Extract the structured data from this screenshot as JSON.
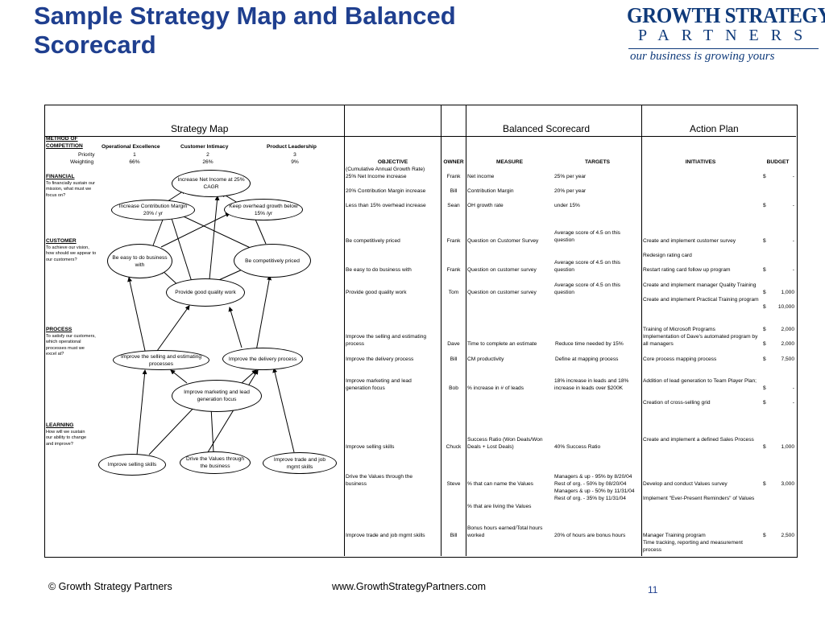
{
  "slide": {
    "title": "Sample Strategy Map and Balanced Scorecard",
    "logo": {
      "line1": "GROWTH STRATEGY",
      "line2": "PARTNERS",
      "tagline": "our business is growing yours"
    },
    "footer": {
      "copyright": "© Growth Strategy Partners",
      "url": "www.GrowthStrategyPartners.com",
      "page": "11"
    }
  },
  "headers": {
    "strategy_map": "Strategy Map",
    "balanced_scorecard": "Balanced Scorecard",
    "action_plan": "Action Plan",
    "method_of_competition": "METHOD OF COMPETITION",
    "ops": "Operational Excellence",
    "intimacy": "Customer Intimacy",
    "leadership": "Product Leadership",
    "priority": "Priority",
    "priority_values": [
      "1",
      "2",
      "3"
    ],
    "weighting": "Weighting",
    "weighting_values": [
      "66%",
      "26%",
      "9%"
    ],
    "objective": "OBJECTIVE",
    "owner": "OWNER",
    "measure": "MEASURE",
    "targets": "TARGETS",
    "initiatives": "INITIATIVES",
    "budget": "BUDGET"
  },
  "perspectives": {
    "financial": {
      "title": "FINANCIAL",
      "desc": "To financially sustain our mission, what must we focus on?"
    },
    "customer": {
      "title": "CUSTOMER",
      "desc": "To achieve our vision, how should we appear to our customers?"
    },
    "process": {
      "title": "PROCESS",
      "desc": "To satisfy our customers, which operational processes must we excel at?"
    },
    "learning": {
      "title": "LEARNING",
      "desc": "How will we sustain our ability to change and improve?"
    }
  },
  "map_nodes": {
    "net_income": "Increase Net Income at 25% CAGR",
    "contribution": "Increase Contribution Margin 20% / yr",
    "overhead": "Keep overhead growth below 15% /yr",
    "easy": "Be easy to do business with",
    "priced": "Be competitively priced",
    "quality": "Provide good quality work",
    "sell": "Improve the selling and estimating processes",
    "delivery": "Improve the delivery process",
    "marketing": "Improve marketing and lead generation focus",
    "selling_skills": "Improve selling skills",
    "values": "Drive the Values through the business",
    "trade": "Improve trade and job mgmt skills"
  },
  "scorecard": {
    "cagr_note": "(Cumulative Annual Growth Rate)",
    "fin1": {
      "objective": "25% Net Income increase",
      "owner": "Frank",
      "measure": "Net income",
      "target": "25% per year",
      "dollar": "$",
      "budget": "-"
    },
    "fin2": {
      "objective": "20% Contribution Margin increase",
      "owner": "Bill",
      "measure": "Contribution Margin",
      "target": "20% per year"
    },
    "fin3": {
      "objective": "Less than 15% overhead increase",
      "owner": "Sean",
      "measure": "OH growth rate",
      "target": "under 15%",
      "dollar": "$",
      "budget": "-"
    },
    "cus1": {
      "objective": "Be competitively priced",
      "owner": "Frank",
      "measure": "Question on Customer Survey",
      "target": "Average score of 4.5 on this question",
      "initiative": "Create and implement customer survey",
      "dollar": "$",
      "budget": "-"
    },
    "cus_redesign": "Redesign rating card",
    "cus2": {
      "objective": "Be easy to do business with",
      "owner": "Frank",
      "measure": "Question on customer survey",
      "target": "Average score of 4.5 on this question",
      "initiative": "Restart rating card follow up program",
      "dollar": "$",
      "budget": "-"
    },
    "cus3": {
      "objective": "Provide good quality work",
      "owner": "Tom",
      "measure": "Question on customer survey",
      "target": "Average score of 4.5 on this question",
      "initiative": "Create and implement manager Quality Training",
      "dollar": "$",
      "budget": "1,000"
    },
    "cus3b": {
      "initiative": "Create and implement Practical Training program",
      "dollar": "$",
      "budget": "10,000"
    },
    "pro0": {
      "initiative": "Training of Microsoft Programs",
      "dollar": "$",
      "budget": "2,000"
    },
    "pro1": {
      "objective": "Improve the selling and estimating process",
      "owner": "Dave",
      "measure": "Time to complete an estimate",
      "target": "Reduce time needed by 15%",
      "initiative": "Implementation of Dave's automated program by all managers",
      "dollar": "$",
      "budget": "2,000"
    },
    "pro2": {
      "objective": "Improve the delivery process",
      "owner": "Bill",
      "measure": "CM productivity",
      "target": "Define at mapping process",
      "initiative": "Core process mapping process",
      "dollar": "$",
      "budget": "7,500"
    },
    "pro3": {
      "objective": "Improve marketing and lead generation focus",
      "owner": "Bob",
      "measure": "% increase in # of leads",
      "target": "18% increase in leads and 18% increase in leads over $200K",
      "initiative": "Addition of lead generation to Team Player Plan;",
      "dollar": "$",
      "budget": "-"
    },
    "pro3b": {
      "initiative": "Creation of cross-selling grid",
      "dollar": "$",
      "budget": "-"
    },
    "lea1": {
      "objective": "Improve selling skills",
      "owner": "Chuck",
      "measure": "Success Ratio (Won Deals/Won Deals + Lost Deals)",
      "target": "40% Success Ratio",
      "initiative": "Create and implement a defined Sales Process",
      "dollar": "$",
      "budget": "1,000"
    },
    "lea2": {
      "objective": "Drive the Values through the business",
      "owner": "Steve",
      "measure": "% that can name the Values",
      "target": "Managers & up - 95% by 8/20/04 Rest of org. - 50% by 08/20/04",
      "initiative": "Develop and conduct Values survey",
      "dollar": "$",
      "budget": "3,000"
    },
    "lea2b": {
      "measure": "% that are living the Values",
      "target": "Managers & up - 50% by 11/31/04 Rest of org. - 35% by 11/31/04",
      "initiative": "Implement \"Ever-Present Reminders\" of Values"
    },
    "lea3": {
      "objective": "Improve trade and job mgmt skills",
      "owner": "Bill",
      "measure": "Bonus hours earned/Total hours worked",
      "target": "20% of hours are bonus hours",
      "initiative": "Manager Training program",
      "dollar": "$",
      "budget": "2,500"
    },
    "lea3b": {
      "initiative": "Time tracking, reporting and measurement process"
    }
  }
}
